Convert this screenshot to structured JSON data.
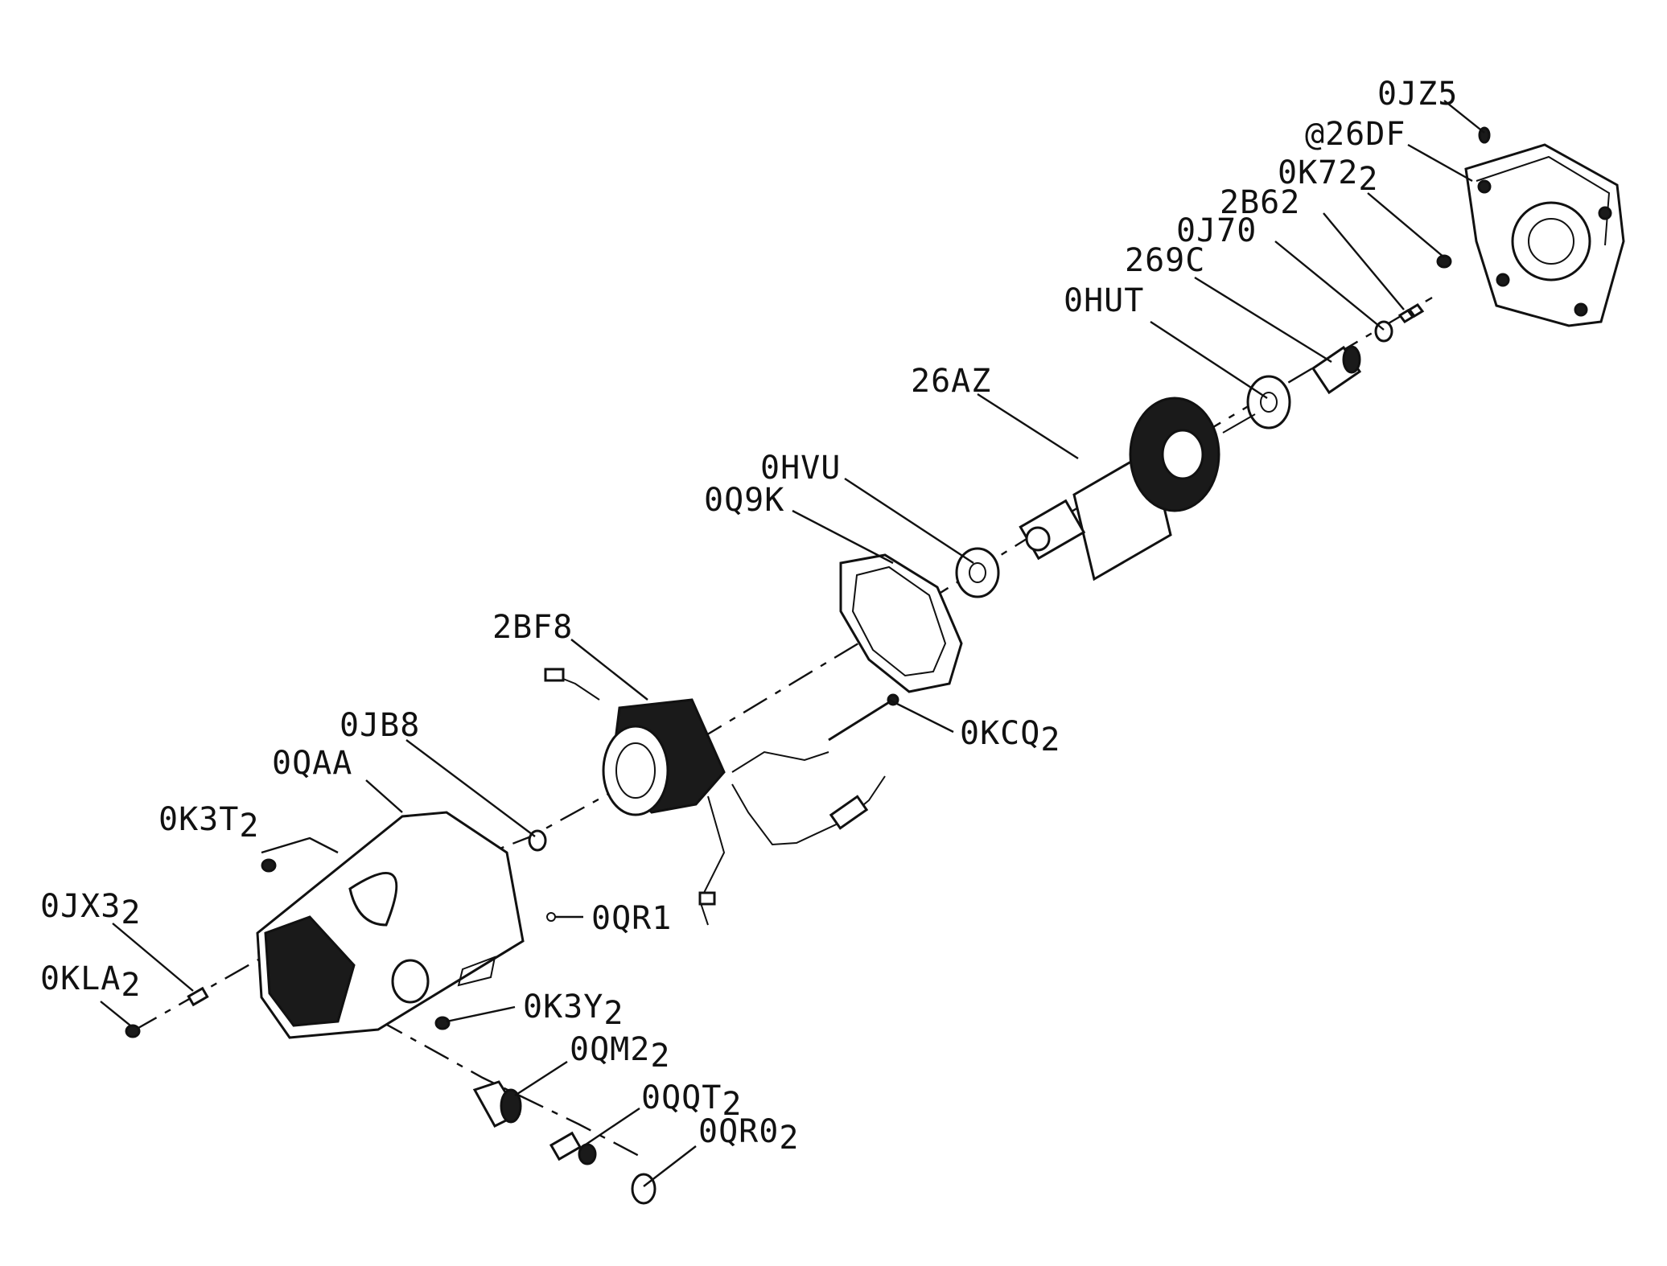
{
  "parts": [
    {
      "id": "p-0jz5",
      "code": "0JZ5",
      "sub": ""
    },
    {
      "id": "p-26df",
      "code": "@26DF",
      "sub": ""
    },
    {
      "id": "p-0k72",
      "code": "0K72",
      "sub": "2"
    },
    {
      "id": "p-2b62",
      "code": "2B62",
      "sub": ""
    },
    {
      "id": "p-0j70",
      "code": "0J70",
      "sub": ""
    },
    {
      "id": "p-269c",
      "code": "269C",
      "sub": ""
    },
    {
      "id": "p-0hut",
      "code": "0HUT",
      "sub": ""
    },
    {
      "id": "p-26az",
      "code": "26AZ",
      "sub": ""
    },
    {
      "id": "p-0hvu",
      "code": "0HVU",
      "sub": ""
    },
    {
      "id": "p-0q9k",
      "code": "0Q9K",
      "sub": ""
    },
    {
      "id": "p-2bf8",
      "code": "2BF8",
      "sub": ""
    },
    {
      "id": "p-0kcq",
      "code": "0KCQ",
      "sub": "2"
    },
    {
      "id": "p-0jb8",
      "code": "0JB8",
      "sub": ""
    },
    {
      "id": "p-0qaa",
      "code": "0QAA",
      "sub": ""
    },
    {
      "id": "p-0k3t",
      "code": "0K3T",
      "sub": "2"
    },
    {
      "id": "p-0qr1",
      "code": "0QR1",
      "sub": ""
    },
    {
      "id": "p-0jx3",
      "code": "0JX3",
      "sub": "2"
    },
    {
      "id": "p-0kla",
      "code": "0KLA",
      "sub": "2"
    },
    {
      "id": "p-0k3y",
      "code": "0K3Y",
      "sub": "2"
    },
    {
      "id": "p-0qm2",
      "code": "0QM2",
      "sub": "2"
    },
    {
      "id": "p-0qqt",
      "code": "0QQT",
      "sub": "2"
    },
    {
      "id": "p-0qr0",
      "code": "0QR0",
      "sub": "2"
    }
  ]
}
